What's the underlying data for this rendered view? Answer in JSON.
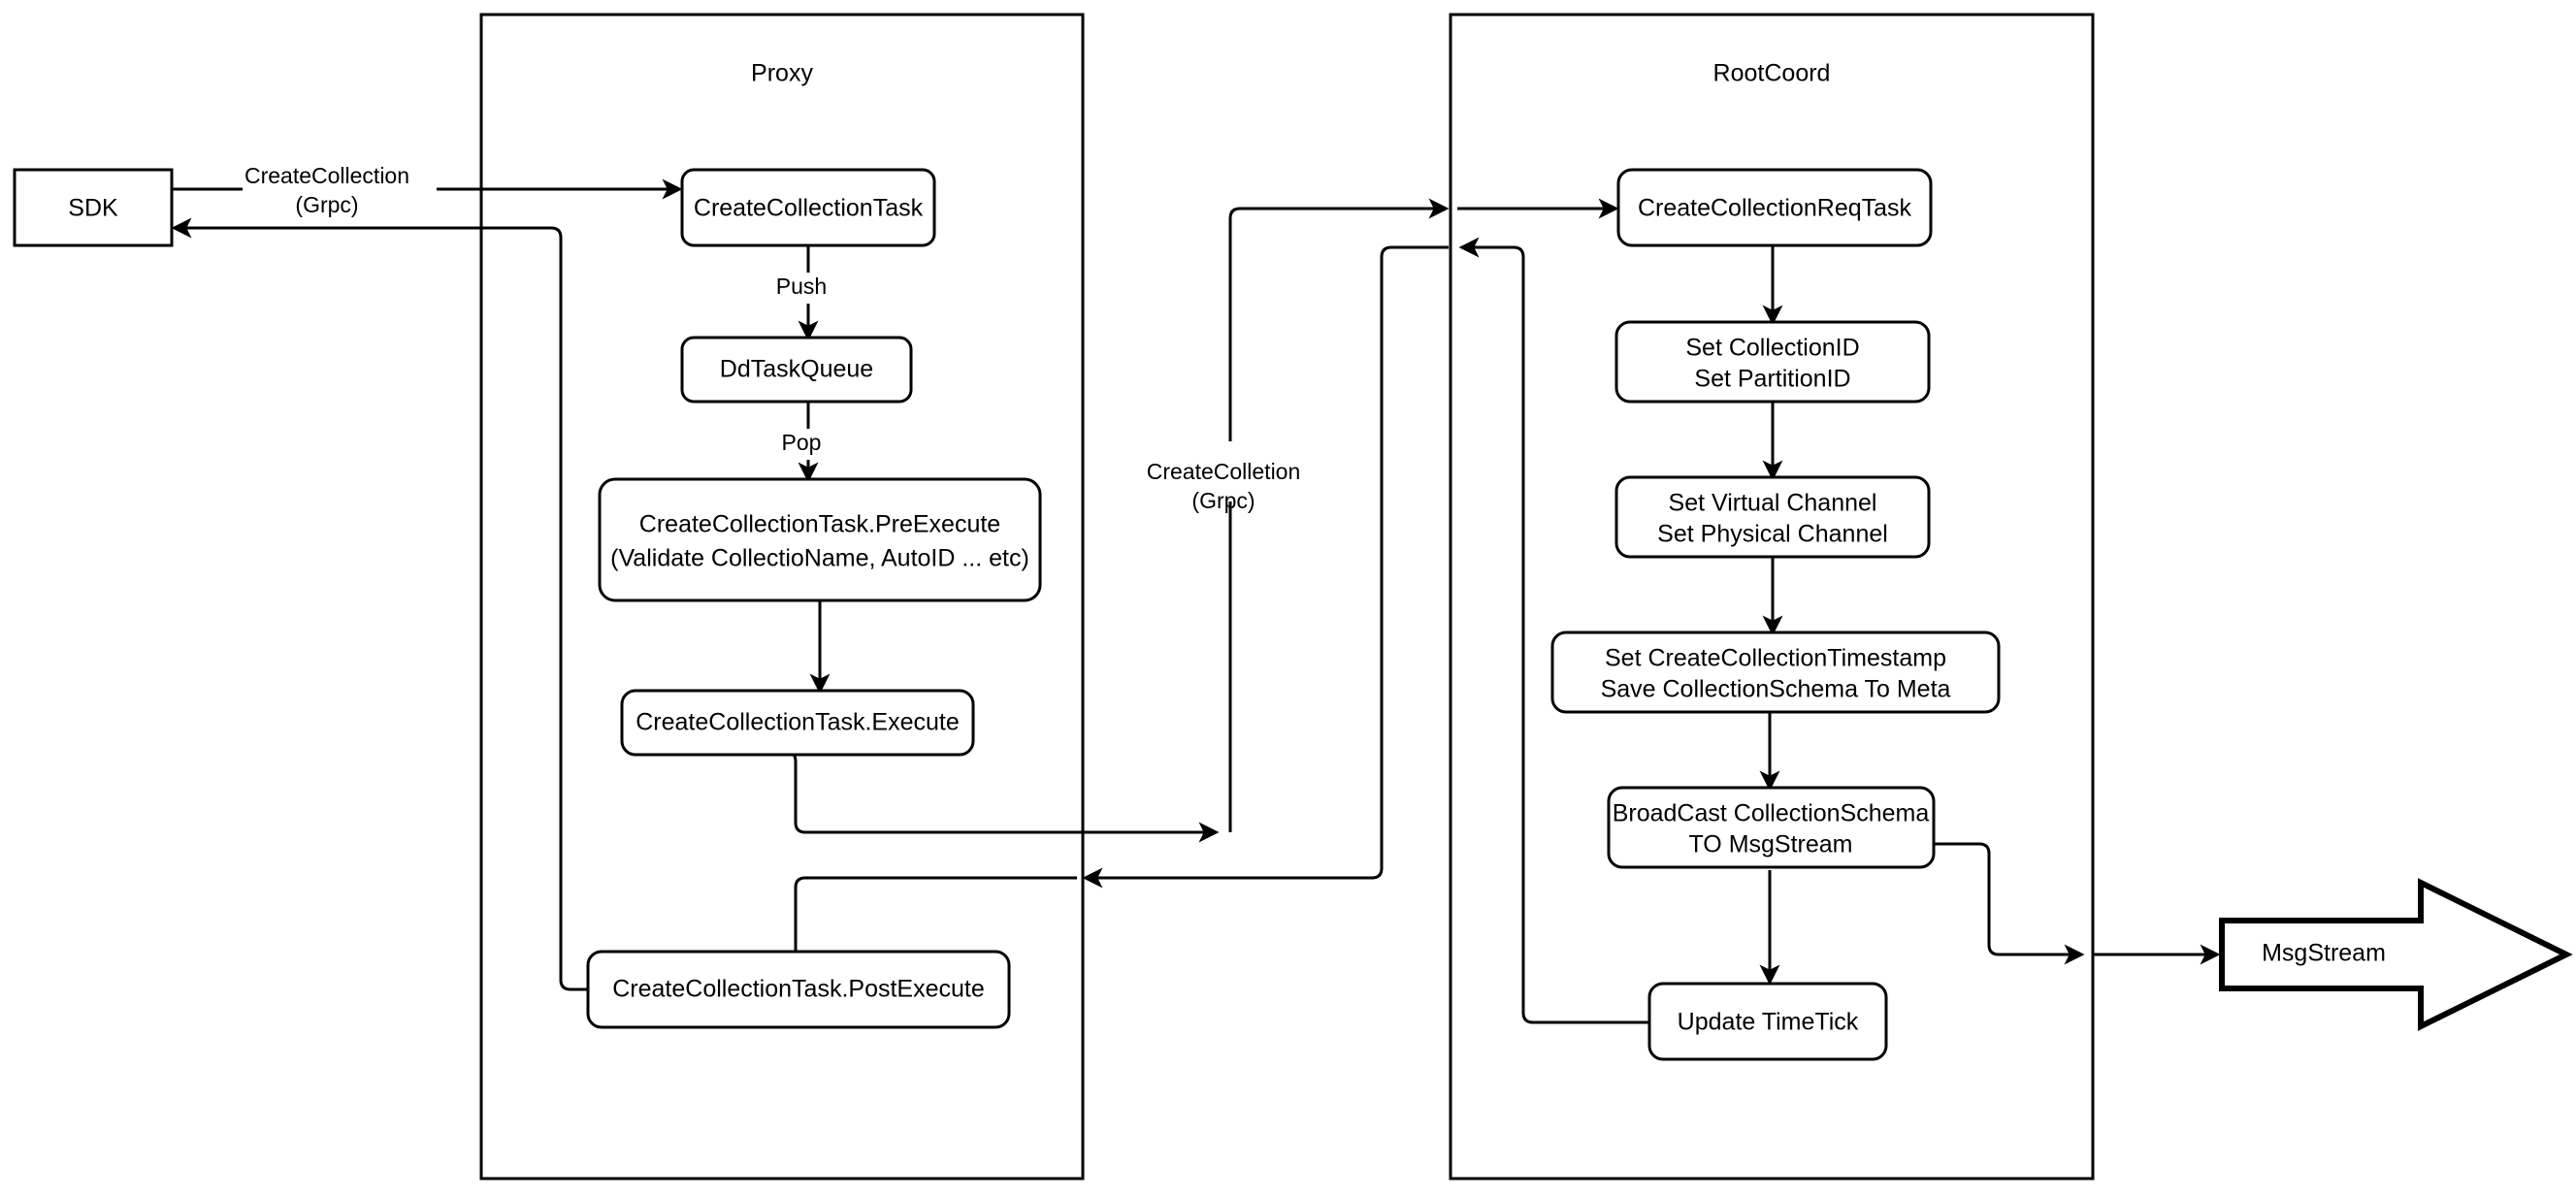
{
  "diagram": {
    "title": "CreateCollection flow",
    "background": "#ffffff",
    "stroke_color": "#000000",
    "fill_color": "#ffffff"
  },
  "containers": {
    "proxy": {
      "label": "Proxy"
    },
    "rootcoord": {
      "label": "RootCoord"
    }
  },
  "nodes": {
    "sdk": {
      "label": "SDK"
    },
    "create_collection_task": {
      "label": "CreateCollectionTask"
    },
    "dd_task_queue": {
      "label": "DdTaskQueue"
    },
    "pre_execute_line1": {
      "label": "CreateCollectionTask.PreExecute"
    },
    "pre_execute_line2": {
      "label": "(Validate CollectioName, AutoID ... etc)"
    },
    "execute": {
      "label": "CreateCollectionTask.Execute"
    },
    "post_execute": {
      "label": "CreateCollectionTask.PostExecute"
    },
    "create_collection_req_task": {
      "label": "CreateCollectionReqTask"
    },
    "set_ids_line1": {
      "label": "Set CollectionID"
    },
    "set_ids_line2": {
      "label": "Set PartitionID"
    },
    "set_channel_line1": {
      "label": "Set Virtual Channel"
    },
    "set_channel_line2": {
      "label": "Set Physical Channel"
    },
    "set_meta_line1": {
      "label": "Set CreateCollectionTimestamp"
    },
    "set_meta_line2": {
      "label": "Save CollectionSchema To Meta"
    },
    "broadcast_line1": {
      "label": "BroadCast CollectionSchema"
    },
    "broadcast_line2": {
      "label": "TO MsgStream"
    },
    "update_timetick": {
      "label": "Update TimeTick"
    },
    "msgstream": {
      "label": "MsgStream"
    }
  },
  "edges": {
    "sdk_to_proxy_line1": {
      "label": "CreateCollection"
    },
    "sdk_to_proxy_line2": {
      "label": "(Grpc)"
    },
    "push": {
      "label": "Push"
    },
    "pop": {
      "label": "Pop"
    },
    "proxy_to_rootcoord_line1": {
      "label": "CreateColletion"
    },
    "proxy_to_rootcoord_line2": {
      "label": "(Grpc)"
    }
  }
}
